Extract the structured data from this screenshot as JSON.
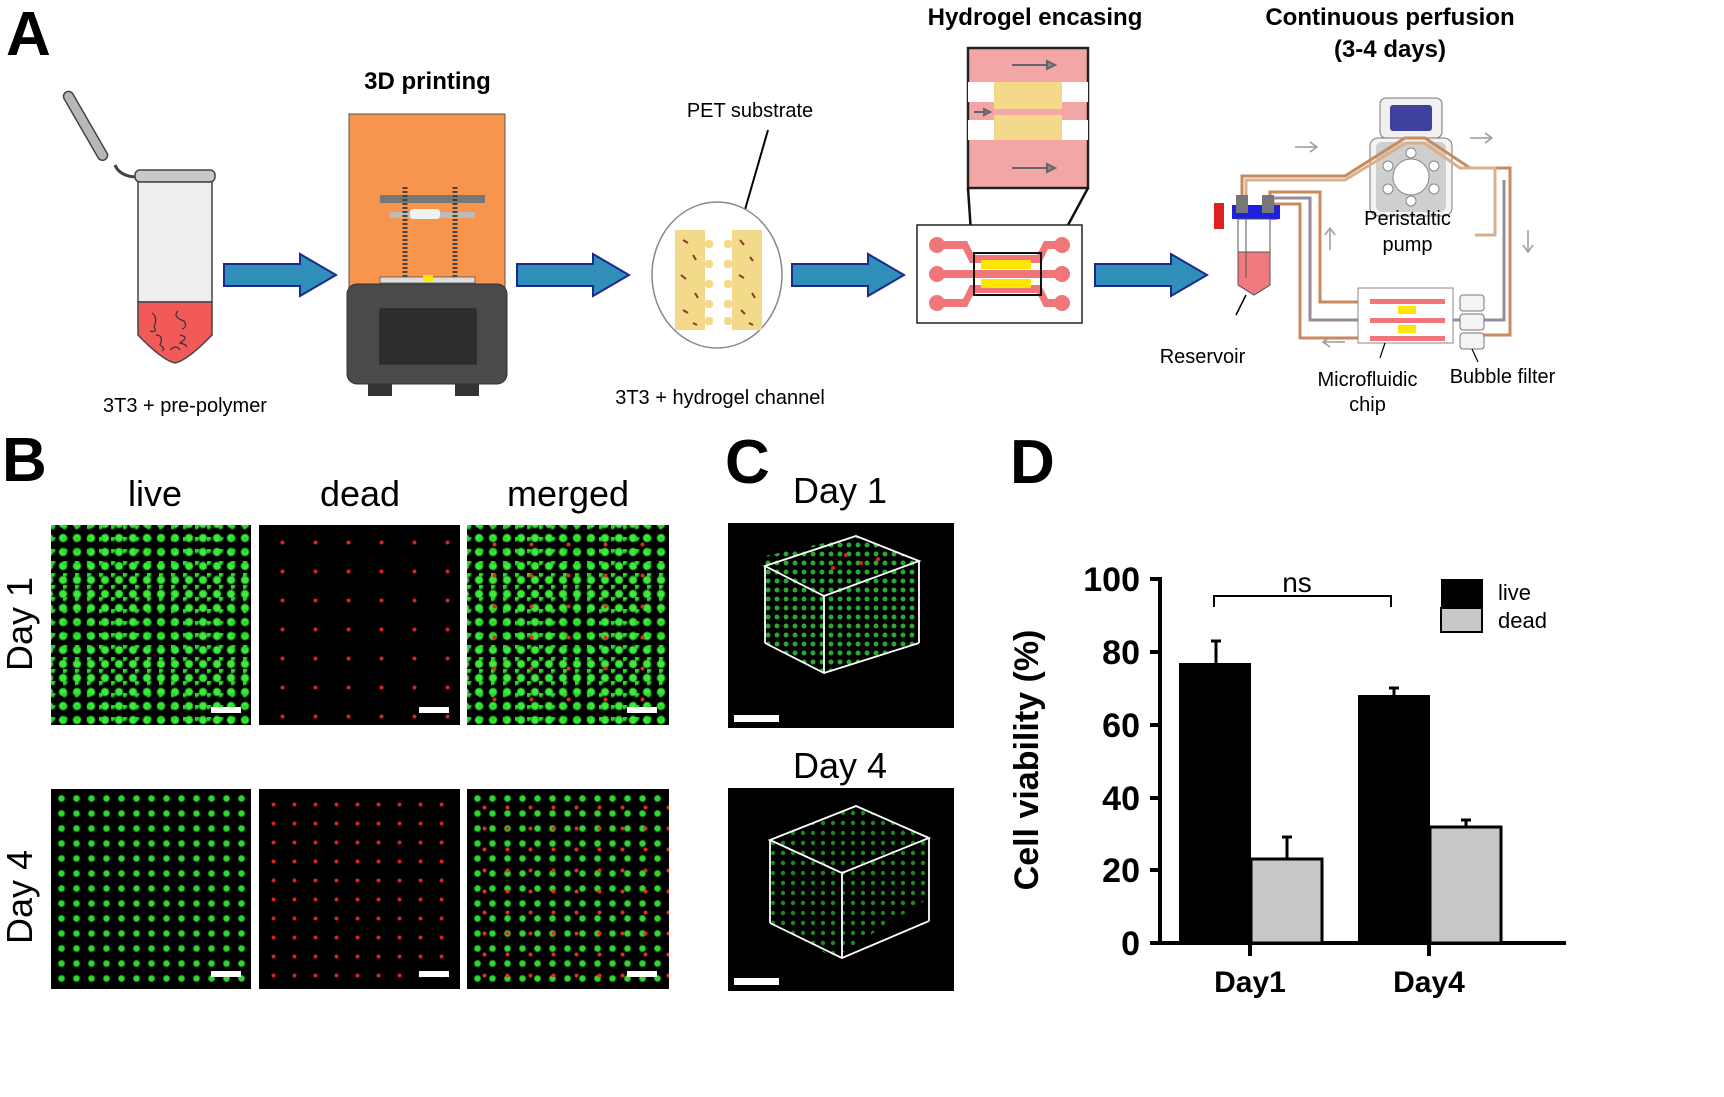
{
  "panels": {
    "A": {
      "letter": "A",
      "steps": [
        {
          "title": "",
          "caption": "3T3 + pre-polymer"
        },
        {
          "title": "3D printing",
          "caption": ""
        },
        {
          "title": "",
          "caption": "3T3 + hydrogel channel",
          "callout": "PET substrate"
        },
        {
          "title": "Hydrogel encasing",
          "caption": ""
        },
        {
          "title_line1": "Continuous perfusion",
          "title_line2": "(3-4 days)"
        }
      ],
      "perfusion_labels": {
        "pump_line1": "Peristaltic",
        "pump_line2": "pump",
        "reservoir": "Reservoir",
        "chip_line1": "Microfluidic",
        "chip_line2": "chip",
        "bubble_filter": "Bubble filter"
      },
      "colors": {
        "arrow_fill": "#2f8fb8",
        "arrow_stroke": "#1a2a8c",
        "printer_top": "#f7944e",
        "printer_base": "#4a4a4a",
        "media_red": "#f25a5a",
        "hydrogel_yellow": "#f3d98a",
        "chip_pink": "#f0767a",
        "tube_brown": "#c98a5e"
      }
    },
    "B": {
      "letter": "B",
      "columns": [
        "live",
        "dead",
        "merged"
      ],
      "rows": [
        "Day 1",
        "Day 4"
      ]
    },
    "C": {
      "letter": "C",
      "views": [
        "Day 1",
        "Day 4"
      ]
    },
    "D": {
      "letter": "D",
      "significance": "ns"
    }
  },
  "chart_data": {
    "type": "bar",
    "title": "",
    "xlabel": "",
    "ylabel": "Cell viability (%)",
    "categories": [
      "Day1",
      "Day4"
    ],
    "series": [
      {
        "name": "live",
        "color": "#000000",
        "values": [
          77,
          68
        ],
        "error": [
          6,
          2
        ]
      },
      {
        "name": "dead",
        "color": "#c8c8c8",
        "values": [
          23,
          32
        ],
        "error": [
          6,
          2
        ]
      }
    ],
    "ylim": [
      0,
      100
    ],
    "yticks": [
      0,
      20,
      40,
      60,
      80,
      100
    ],
    "grid": false,
    "legend_position": "top-right",
    "annotations": [
      {
        "text": "ns",
        "between": [
          "Day1 live",
          "Day4 live"
        ]
      }
    ]
  }
}
